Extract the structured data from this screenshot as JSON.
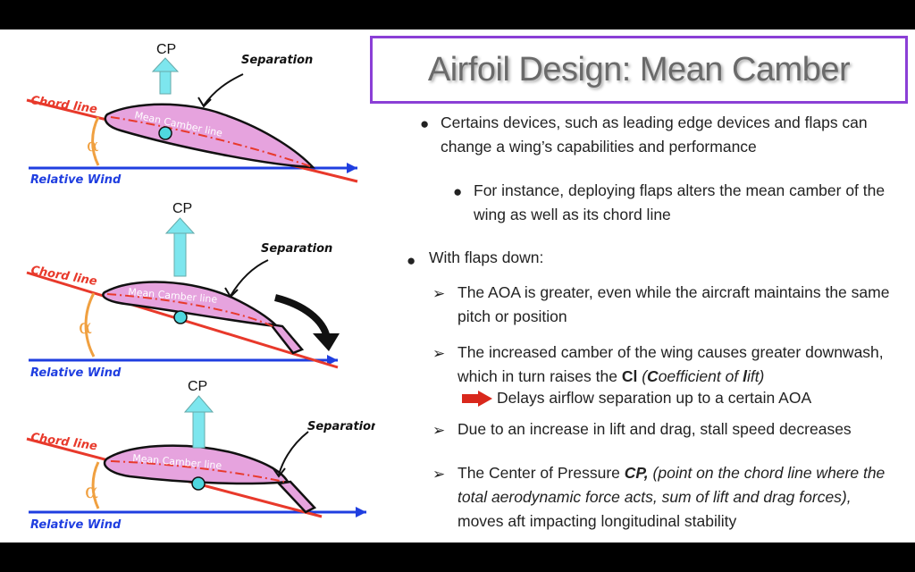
{
  "title": "Airfoil Design: Mean Camber",
  "diagram_labels": {
    "cp": "CP",
    "separation": "Separation",
    "chord_line": "Chord line",
    "relative_wind": "Relative Wind",
    "mean_camber_line": "Mean Camber line",
    "alpha": "α"
  },
  "bullets": {
    "b1": "Certains devices, such as leading edge devices and flaps can change a wing’s capabilities and performance",
    "b1_sub": "For instance, deploying flaps alters the mean camber of the wing as well as its chord line",
    "b2": "With flaps down:",
    "a1": "The AOA is greater, even while the aircraft maintains the same pitch or position",
    "a2_pre": "The increased camber of the wing causes greater downwash, which in turn raises the ",
    "a2_cl": "Cl",
    "a2_open": " (",
    "a2_c": "C",
    "a2_oef": "oefficient of ",
    "a2_l": "l",
    "a2_ift": "ift)",
    "a2_note": "Delays airflow separation up to a certain AOA",
    "a3": "Due to an increase in lift and drag, stall speed decreases",
    "a4_pre": "The Center of Pressure ",
    "a4_cp": "CP,",
    "a4_paren": " (point on the chord line where the total aerodynamic force acts, sum of lift and drag forces),",
    "a4_post": " moves aft impacting longitudinal stability"
  },
  "colors": {
    "chord": "#e8392b",
    "wind": "#1f3ee0",
    "airfoil": "#e6a3de",
    "cp_arrow": "#7de6ee",
    "alpha_arc": "#f0a040",
    "title_border": "#8b3fd6"
  }
}
